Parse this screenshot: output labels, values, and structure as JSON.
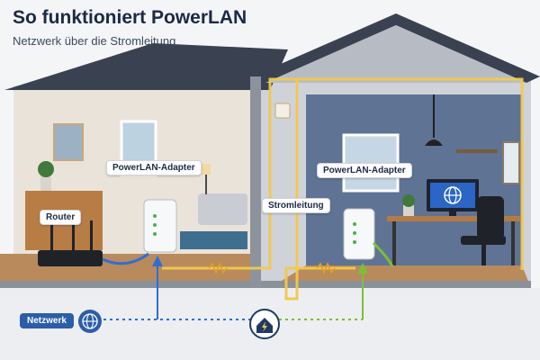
{
  "header": {
    "title": "So funktioniert PowerLAN",
    "subtitle": "Netzwerk über die Stromleitung"
  },
  "labels": {
    "router": "Router",
    "adapter_left": "PowerLAN-Adapter",
    "adapter_right": "PowerLAN-Adapter",
    "powerline": "Stromleitung",
    "network": "Netzwerk"
  },
  "colors": {
    "roof": "#3a4150",
    "wall_left": "#e9e3da",
    "wall_right": "#5f7394",
    "floor": "#b98a5c",
    "power_line": "#f2c94c",
    "lan_left": "#2f6fd1",
    "lan_right": "#7bbf3a",
    "badge": "#2c5ea8"
  },
  "icons": [
    "globe-icon",
    "home-icon",
    "monitor-globe-icon",
    "lamp-icon",
    "plant-icon"
  ]
}
